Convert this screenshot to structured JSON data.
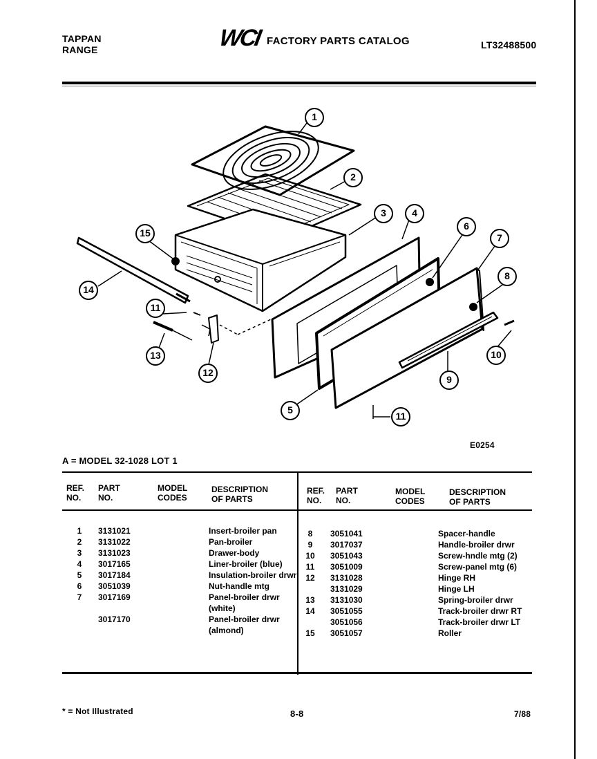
{
  "header": {
    "brand": "TAPPAN",
    "product": "RANGE",
    "logo": "WCI",
    "catalog_title": "FACTORY PARTS CATALOG",
    "catalog_number": "LT32488500"
  },
  "diagram": {
    "figure_code": "E0254",
    "callouts": [
      "1",
      "2",
      "3",
      "4",
      "5",
      "6",
      "7",
      "8",
      "9",
      "10",
      "11",
      "11",
      "12",
      "13",
      "14",
      "15"
    ]
  },
  "model_line": "A = MODEL 32-1028 LOT 1",
  "table": {
    "headers": {
      "ref": [
        "REF.",
        "NO."
      ],
      "part": [
        "PART",
        "NO."
      ],
      "model": [
        "MODEL",
        "CODES"
      ],
      "desc": [
        "DESCRIPTION",
        "OF PARTS"
      ]
    },
    "left_rows": [
      {
        "ref": "1",
        "part": "3131021",
        "desc": "Insert-broiler pan"
      },
      {
        "ref": "2",
        "part": "3131022",
        "desc": "Pan-broiler"
      },
      {
        "ref": "3",
        "part": "3131023",
        "desc": "Drawer-body"
      },
      {
        "ref": "4",
        "part": "3017165",
        "desc": "Liner-broiler (blue)"
      },
      {
        "ref": "5",
        "part": "3017184",
        "desc": "Insulation-broiler drwr"
      },
      {
        "ref": "6",
        "part": "3051039",
        "desc": "Nut-handle mtg"
      },
      {
        "ref": "7",
        "part": "3017169",
        "desc": "Panel-broiler drwr"
      },
      {
        "ref": "",
        "part": "",
        "desc": "(white)"
      },
      {
        "ref": "",
        "part": "3017170",
        "desc": "Panel-broiler drwr"
      },
      {
        "ref": "",
        "part": "",
        "desc": "(almond)"
      }
    ],
    "right_rows": [
      {
        "ref": "8",
        "part": "3051041",
        "desc": "Spacer-handle"
      },
      {
        "ref": "9",
        "part": "3017037",
        "desc": "Handle-broiler drwr"
      },
      {
        "ref": "10",
        "part": "3051043",
        "desc": "Screw-hndle mtg (2)"
      },
      {
        "ref": "11",
        "part": "3051009",
        "desc": "Screw-panel mtg (6)"
      },
      {
        "ref": "12",
        "part": "3131028",
        "desc": "Hinge RH"
      },
      {
        "ref": "",
        "part": "3131029",
        "desc": "Hinge LH"
      },
      {
        "ref": "13",
        "part": "3131030",
        "desc": "Spring-broiler drwr"
      },
      {
        "ref": "14",
        "part": "3051055",
        "desc": "Track-broiler drwr RT"
      },
      {
        "ref": "",
        "part": "3051056",
        "desc": "Track-broiler drwr LT"
      },
      {
        "ref": "15",
        "part": "3051057",
        "desc": "Roller"
      }
    ]
  },
  "footer": {
    "note": "* = Not Illustrated",
    "page": "8-8",
    "date": "7/88"
  }
}
